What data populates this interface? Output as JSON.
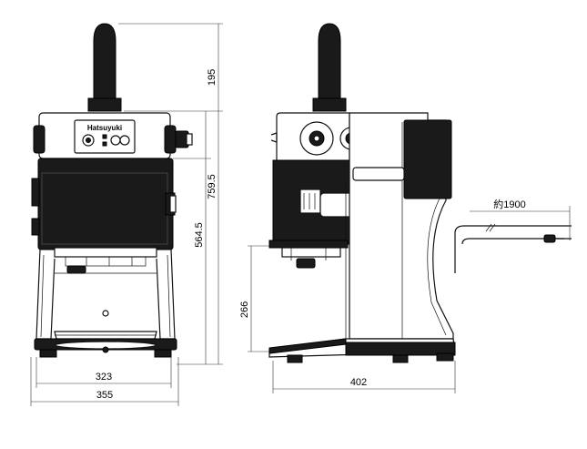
{
  "brand_label": "Hatsuyuki",
  "dimensions": {
    "tower_height": "195",
    "total_height": "759.5",
    "body_height": "564.5",
    "clearance_height": "266",
    "inner_width": "323",
    "outer_width": "355",
    "depth": "402",
    "cord_length": "約1900"
  },
  "colors": {
    "line": "#111111",
    "background": "#ffffff"
  }
}
